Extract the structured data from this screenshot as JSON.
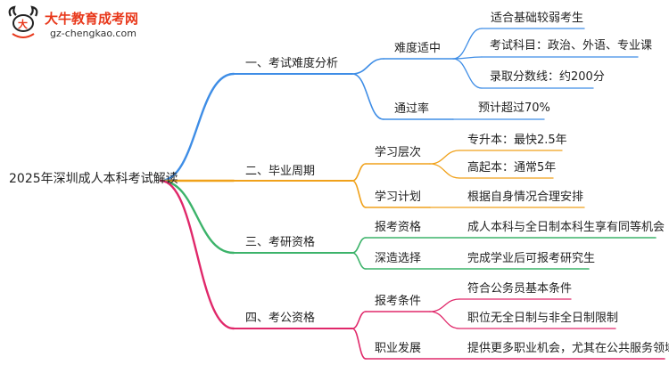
{
  "colors": {
    "blue": "#3e8de6",
    "orange": "#f0a11a",
    "green": "#3cb36a",
    "pink": "#e0286a",
    "logo_red": "#e8381b"
  },
  "logo": {
    "title": "大牛教育成考网",
    "url": "gz-chengkao.com",
    "icon": "bull-head-logo-icon"
  },
  "mindmap": {
    "root": "2025年深圳成人本科考试解读",
    "branches": [
      {
        "label": "一、考试难度分析",
        "children": [
          {
            "label": "难度适中",
            "leaves": [
              "适合基础较弱考生",
              "考试科目：政治、外语、专业课",
              "录取分数线：约200分"
            ]
          },
          {
            "label": "通过率",
            "leaves": [
              "预计超过70%"
            ]
          }
        ]
      },
      {
        "label": "二、毕业周期",
        "children": [
          {
            "label": "学习层次",
            "leaves": [
              "专升本：最快2.5年",
              "高起本：通常5年"
            ]
          },
          {
            "label": "学习计划",
            "leaves": [
              "根据自身情况合理安排"
            ]
          }
        ]
      },
      {
        "label": "三、考研资格",
        "children": [
          {
            "label": "报考资格",
            "leaves": [
              "成人本科与全日制本科生享有同等机会"
            ]
          },
          {
            "label": "深造选择",
            "leaves": [
              "完成学业后可报考研究生"
            ]
          }
        ]
      },
      {
        "label": "四、考公资格",
        "children": [
          {
            "label": "报考条件",
            "leaves": [
              "符合公务员基本条件",
              "职位无全日制与非全日制限制"
            ]
          },
          {
            "label": "职业发展",
            "leaves": [
              "提供更多职业机会，尤其在公共服务领域"
            ]
          }
        ]
      }
    ]
  }
}
